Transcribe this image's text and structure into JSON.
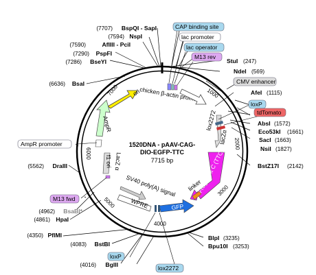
{
  "plasmid": {
    "name_line1": "1520DNA - pAAV-CAG-",
    "name_line2": "DIO-EGFP-TTC",
    "size": "7715 bp"
  },
  "ticks": [
    "1000",
    "2000",
    "3000",
    "4000",
    "5000",
    "6000",
    "7000"
  ],
  "sites_right": [
    {
      "name": "StuI",
      "pos": "(247)"
    },
    {
      "name": "NdeI",
      "pos": "(569)"
    },
    {
      "name": "AfeI",
      "pos": "(1115)"
    },
    {
      "name": "AbsI",
      "pos": "(1572)"
    },
    {
      "name": "Eco53kI",
      "pos": "(1661)"
    },
    {
      "name": "SacI",
      "pos": "(1663)"
    },
    {
      "name": "NsiI",
      "pos": "(1827)"
    },
    {
      "name": "BstZ17I",
      "pos": "(2142)"
    },
    {
      "name": "BlpI",
      "pos": "(3235)"
    },
    {
      "name": "Bpu10I",
      "pos": "(3253)"
    }
  ],
  "sites_left": [
    {
      "pos": "(7707)",
      "name": "BspQI - SapI"
    },
    {
      "pos": "(7594)",
      "name": "NspI"
    },
    {
      "pos": "(7590)",
      "name": "AflIII - PciI"
    },
    {
      "pos": "(7290)",
      "name": "PspFI"
    },
    {
      "pos": "(7286)",
      "name": "BseYI"
    },
    {
      "pos": "(6636)",
      "name": "BsaI"
    },
    {
      "pos": "(5562)",
      "name": "DraIII"
    },
    {
      "pos": "(4962)",
      "name": "BsaBI*"
    },
    {
      "pos": "(4861)",
      "name": "HpaI"
    },
    {
      "pos": "(4350)",
      "name": "PflMI"
    },
    {
      "pos": "(4083)",
      "name": "BstBI"
    },
    {
      "pos": "(4016)",
      "name": "BglII"
    }
  ],
  "badges": {
    "cap": "CAP binding site",
    "lac_promoter": "lac promoter",
    "lac_operator": "lac operator",
    "m13_rev": "M13 rev",
    "cmv": "CMV enhancer",
    "loxp_top": "loxP",
    "tdtomato": "tdTomato",
    "ampr_promoter": "AmpR promoter",
    "m13_fwd": "M13 fwd",
    "loxp_bottom": "loxP",
    "lox2272_bottom": "lox2272"
  },
  "features": {
    "ori": "ori",
    "chicken": "chicken β-actin promoter",
    "lox2272": "lox2272",
    "laczalpha_r": "lacZα",
    "fragment": "Fragment C (TTC)",
    "linker": "linker",
    "gfp": "GFP",
    "wpre": "WPRE",
    "sv40": "SV40 poly(A) signal",
    "ampr": "AmpR",
    "laczalpha_l": "LacZ α",
    "f1": "f1 ori"
  },
  "colors": {
    "backbone": "#000000",
    "ori": "#ffee00",
    "ampr": "#ccffcc",
    "fragment": "#ee22ee",
    "gfp": "#1e6fe0",
    "linker": "#f08a1a",
    "cap_badge": "#a8d8ee",
    "lac_op_badge": "#a8d8ee",
    "m13_badge": "#dda8f0",
    "cmv_badge": "#dddddd",
    "tdtomato_badge": "#ee6666",
    "loxp_badge": "#a8d8ee"
  }
}
